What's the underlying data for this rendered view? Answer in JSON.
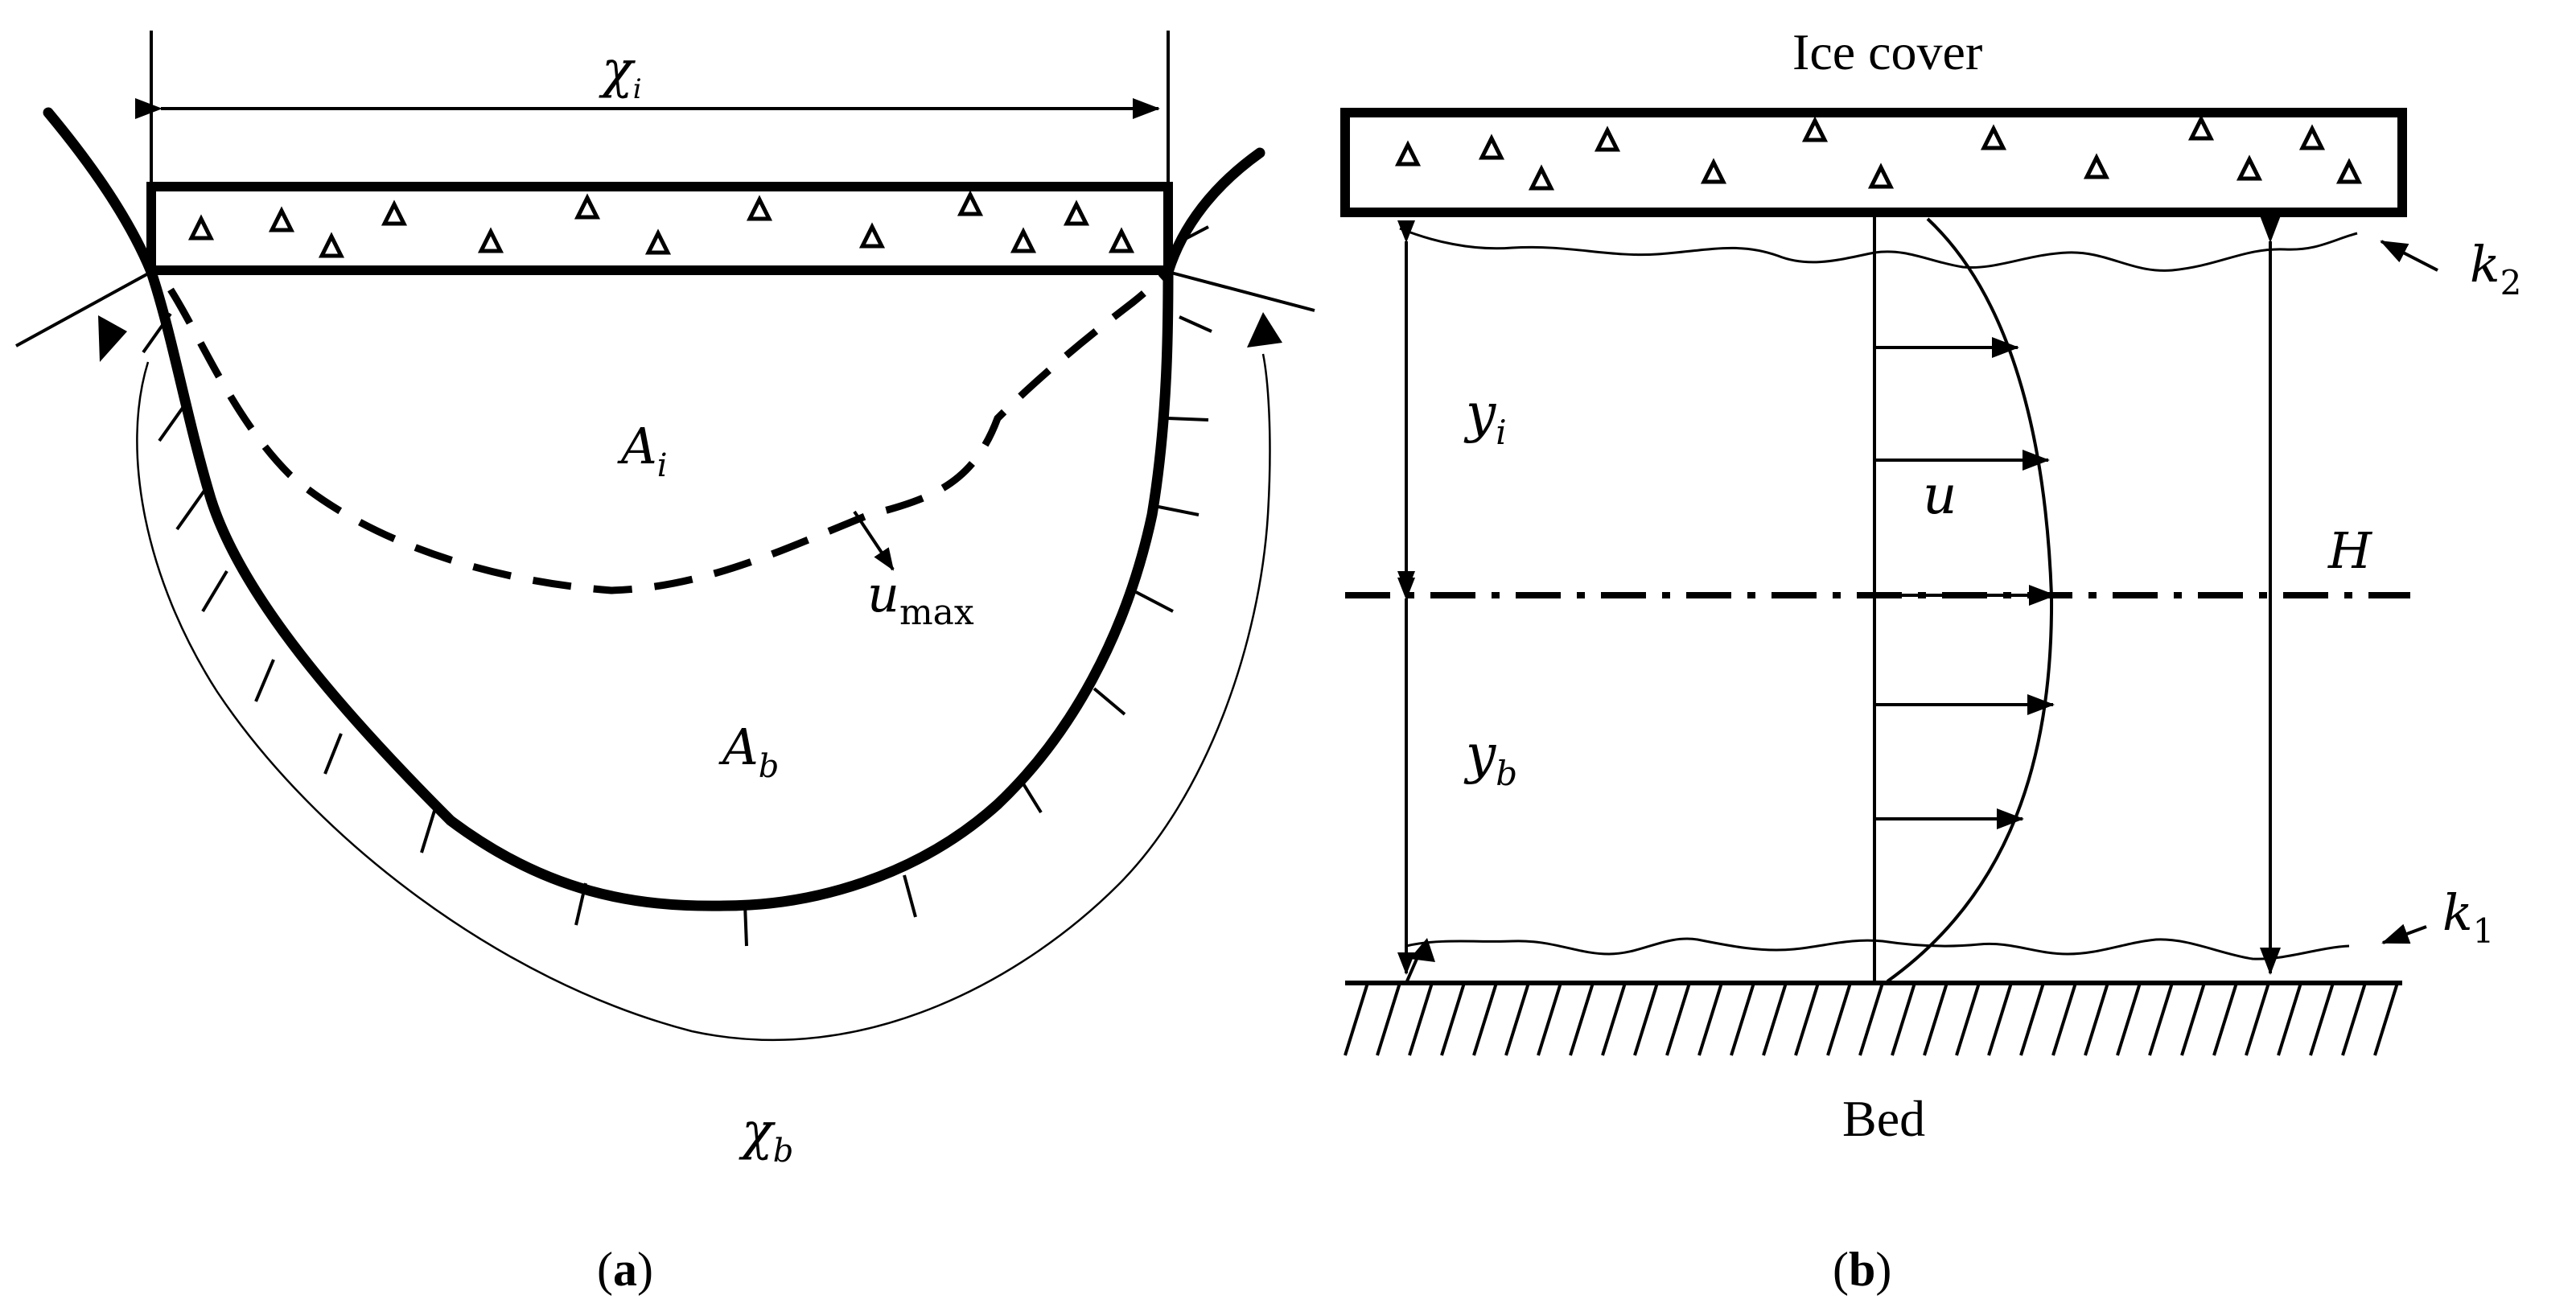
{
  "panel_a": {
    "caption_open": "(",
    "caption_letter": "a",
    "caption_close": ")",
    "chi_i": {
      "main": "χ",
      "sub": "i"
    },
    "A_i": {
      "main": "A",
      "sub": "i"
    },
    "A_b": {
      "main": "A",
      "sub": "b"
    },
    "u_max": {
      "main": "u",
      "sub": "max"
    },
    "chi_b": {
      "main": "χ",
      "sub": "b"
    }
  },
  "panel_b": {
    "caption_open": "(",
    "caption_letter": "b",
    "caption_close": ")",
    "ice_cover_label": "Ice cover",
    "bed_label": "Bed",
    "y_i": {
      "main": "y",
      "sub": "i"
    },
    "y_b": {
      "main": "y",
      "sub": "b"
    },
    "u": "u",
    "H": "H",
    "k_2": {
      "main": "k",
      "sub": "2"
    },
    "k_1": {
      "main": "k",
      "sub": "1"
    }
  }
}
